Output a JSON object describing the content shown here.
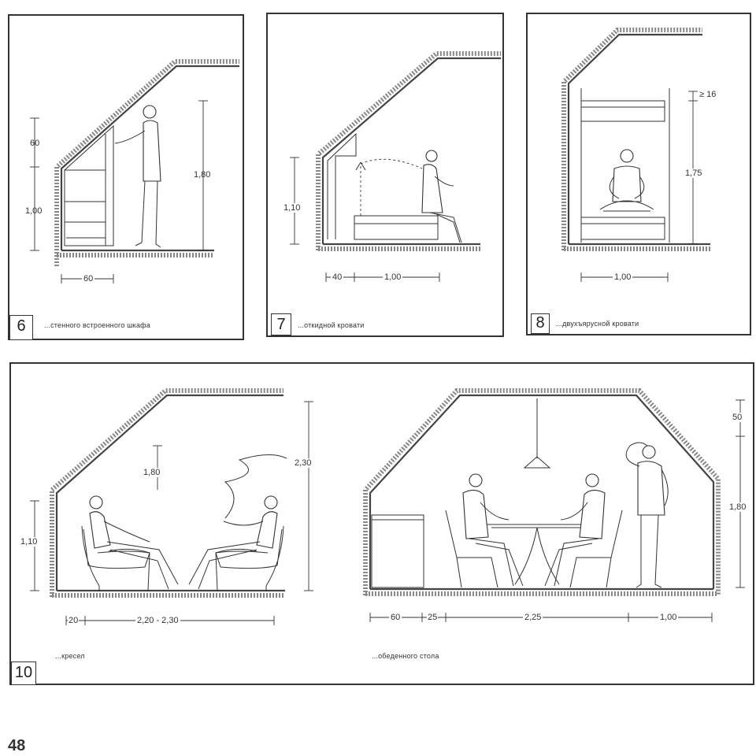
{
  "page": {
    "number": "48"
  },
  "panels": {
    "p6": {
      "number": "6",
      "caption": "...стенного встроенного шкафа",
      "dims": {
        "v60": "60",
        "v100": "1,00",
        "v180": "1,80",
        "h60": "60"
      }
    },
    "p7": {
      "number": "7",
      "caption": "...откидной кровати",
      "dims": {
        "v110": "1,10",
        "h40": "40",
        "h100": "1,00"
      }
    },
    "p8": {
      "number": "8",
      "caption": "...двухъярусной кровати",
      "dims": {
        "v16": "≥ 16",
        "v175": "1,75",
        "h100": "1,00"
      }
    },
    "p10": {
      "number": "10",
      "left": {
        "caption": "...кресел",
        "dims": {
          "v110": "1,10",
          "v180": "1,80",
          "v230": "2,30",
          "h20": "20",
          "h220": "2,20 - 2,30"
        }
      },
      "right": {
        "caption": "...обеденного стола",
        "dims": {
          "v50": "50",
          "v180": "1,80",
          "h60": "60",
          "h25": "25",
          "h225": "2,25",
          "h100": "1,00"
        }
      }
    }
  }
}
